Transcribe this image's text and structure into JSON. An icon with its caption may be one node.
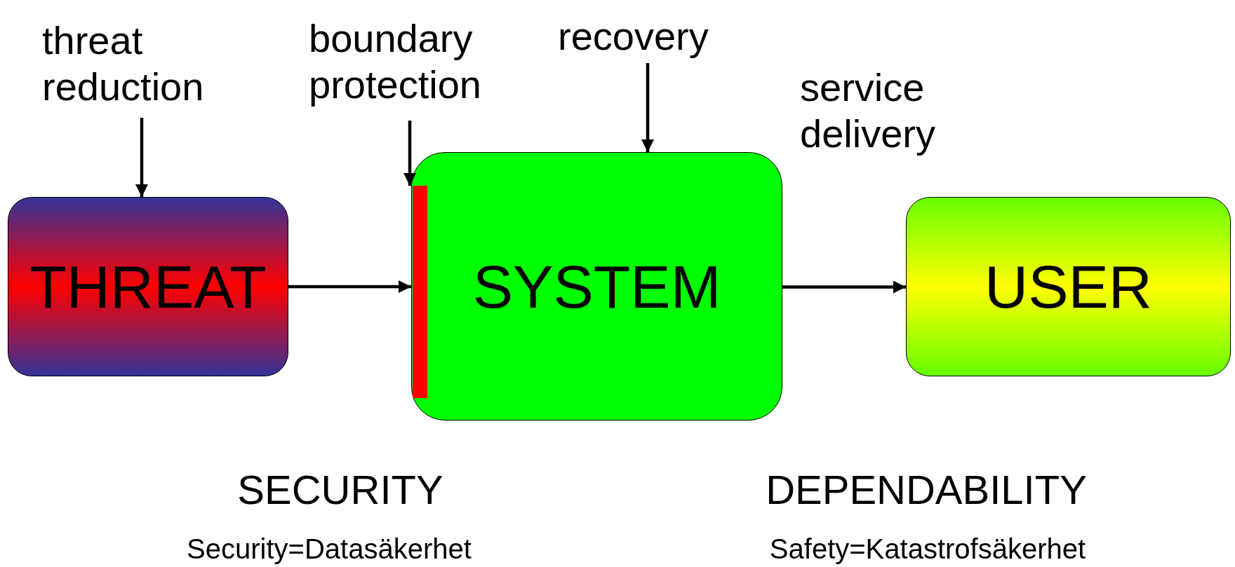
{
  "diagram": {
    "nodes": [
      {
        "text": [
          "threat reduction"
        ]
      },
      {
        "text": [
          "boundary protection"
        ]
      },
      {
        "text": [
          "recovery"
        ]
      },
      {
        "text": [
          "THREAT"
        ]
      },
      {
        "text": [],
        "shape": "bar",
        "in": 5
      },
      {
        "text": [
          "SYSTEM"
        ]
      },
      {
        "text": [
          "USER"
        ]
      }
    ],
    "edges": [
      {
        "from": 0,
        "to": 3,
        "arrow": "to"
      },
      {
        "from": 1,
        "to": 4,
        "arrow": "to"
      },
      {
        "from": 2,
        "to": 5,
        "arrow": "to"
      },
      {
        "from": 3,
        "to": 5,
        "arrow": "to"
      },
      {
        "from": 5,
        "to": 6,
        "arrow": "to"
      }
    ],
    "labels": [
      "service delivery",
      "SECURITY",
      "DEPENDABILITY",
      "Security=Datasäkerhet",
      "Safety=Katastrofsäkerhet"
    ]
  }
}
